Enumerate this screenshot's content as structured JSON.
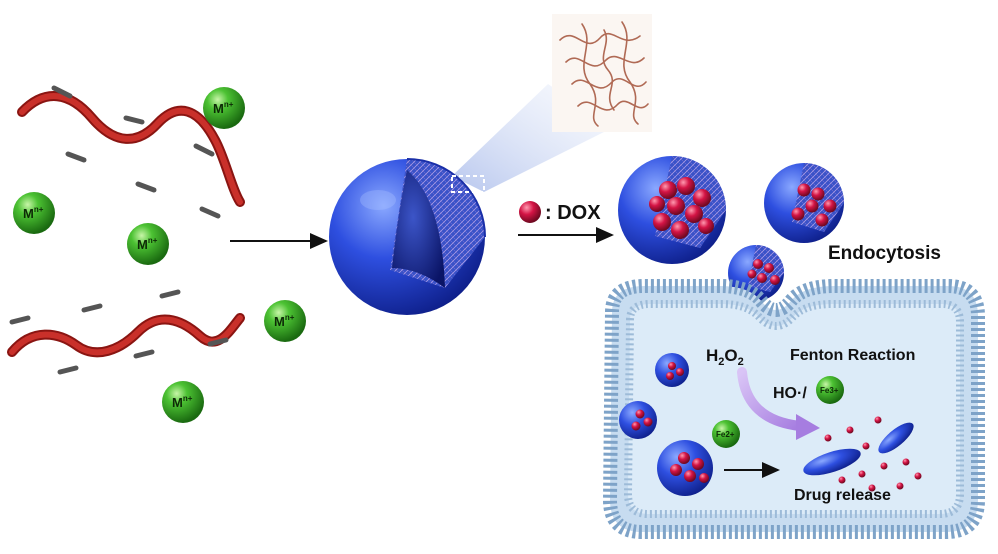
{
  "ions": {
    "base": "M",
    "charge": "n+"
  },
  "labels": {
    "dox": ": DOX",
    "endocytosis": "Endocytosis",
    "h2o2_base": "H",
    "h2o2_sub1": "2",
    "h2o2_mid": "O",
    "h2o2_sub2": "2",
    "fenton": "Fenton Reaction",
    "hydroxyl": "HO·/",
    "fe3": "Fe3+",
    "fe2": "Fe2+",
    "drug_release": "Drug release"
  },
  "colors": {
    "polymer": "#b3201c",
    "ion_green": "#2f9e22",
    "sphere_blue": "#2a48d8",
    "dox_red": "#d01040",
    "membrane": "#8fb0d2",
    "cell_fill": "#d9e9f7",
    "arrow_purple": "#b98ce6"
  }
}
